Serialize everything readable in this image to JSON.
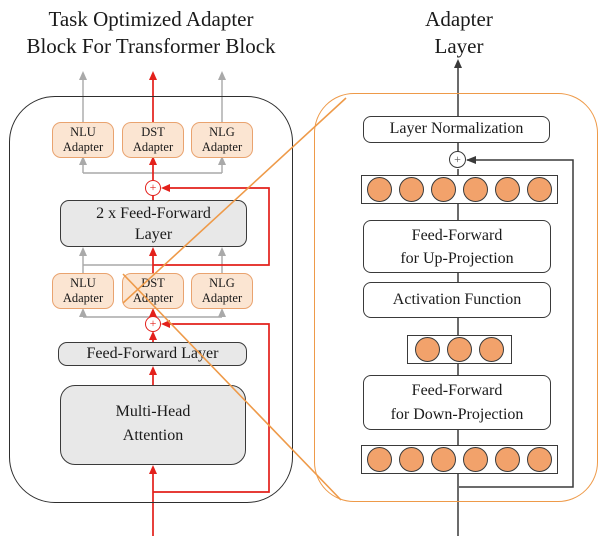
{
  "left_panel": {
    "title": {
      "line1": "Task Optimized Adapter",
      "line2": "Block For Transformer Block"
    },
    "top_adapters": [
      {
        "line1": "NLU",
        "line2": "Adapter"
      },
      {
        "line1": "DST",
        "line2": "Adapter"
      },
      {
        "line1": "NLG",
        "line2": "Adapter"
      }
    ],
    "mid_adapters": [
      {
        "line1": "NLU",
        "line2": "Adapter"
      },
      {
        "line1": "DST",
        "line2": "Adapter"
      },
      {
        "line1": "NLG",
        "line2": "Adapter"
      }
    ],
    "feed_forward_2x": {
      "line1": "2 x Feed-Forward",
      "line2": "Layer"
    },
    "feed_forward": {
      "label": "Feed-Forward Layer"
    },
    "multi_head_attention": {
      "line1": "Multi-Head",
      "line2": "Attention"
    },
    "add_symbol": "+"
  },
  "right_panel": {
    "title": {
      "line1": "Adapter",
      "line2": "Layer"
    },
    "layer_normalization": "Layer Normalization",
    "up_projection": {
      "line1": "Feed-Forward",
      "line2": "for Up-Projection"
    },
    "activation_function": "Activation Function",
    "down_projection": {
      "line1": "Feed-Forward",
      "line2": "for Down-Projection"
    },
    "add_symbol": "+",
    "dot_rows": [
      {
        "id": "hidden-top",
        "count": 6
      },
      {
        "id": "bottleneck",
        "count": 3
      },
      {
        "id": "hidden-bottom",
        "count": 6
      }
    ]
  },
  "colors": {
    "highlight_red": "#E3201B",
    "path_gray": "#A9A9A9",
    "callout_orange": "#EE9A49",
    "adapter_fill": "#FBE5D2",
    "adapter_border": "#E9A36F",
    "gray_box_fill": "#E8E8E8",
    "neuron_fill": "#F2A26B",
    "line_dark": "#3A3A3A"
  }
}
